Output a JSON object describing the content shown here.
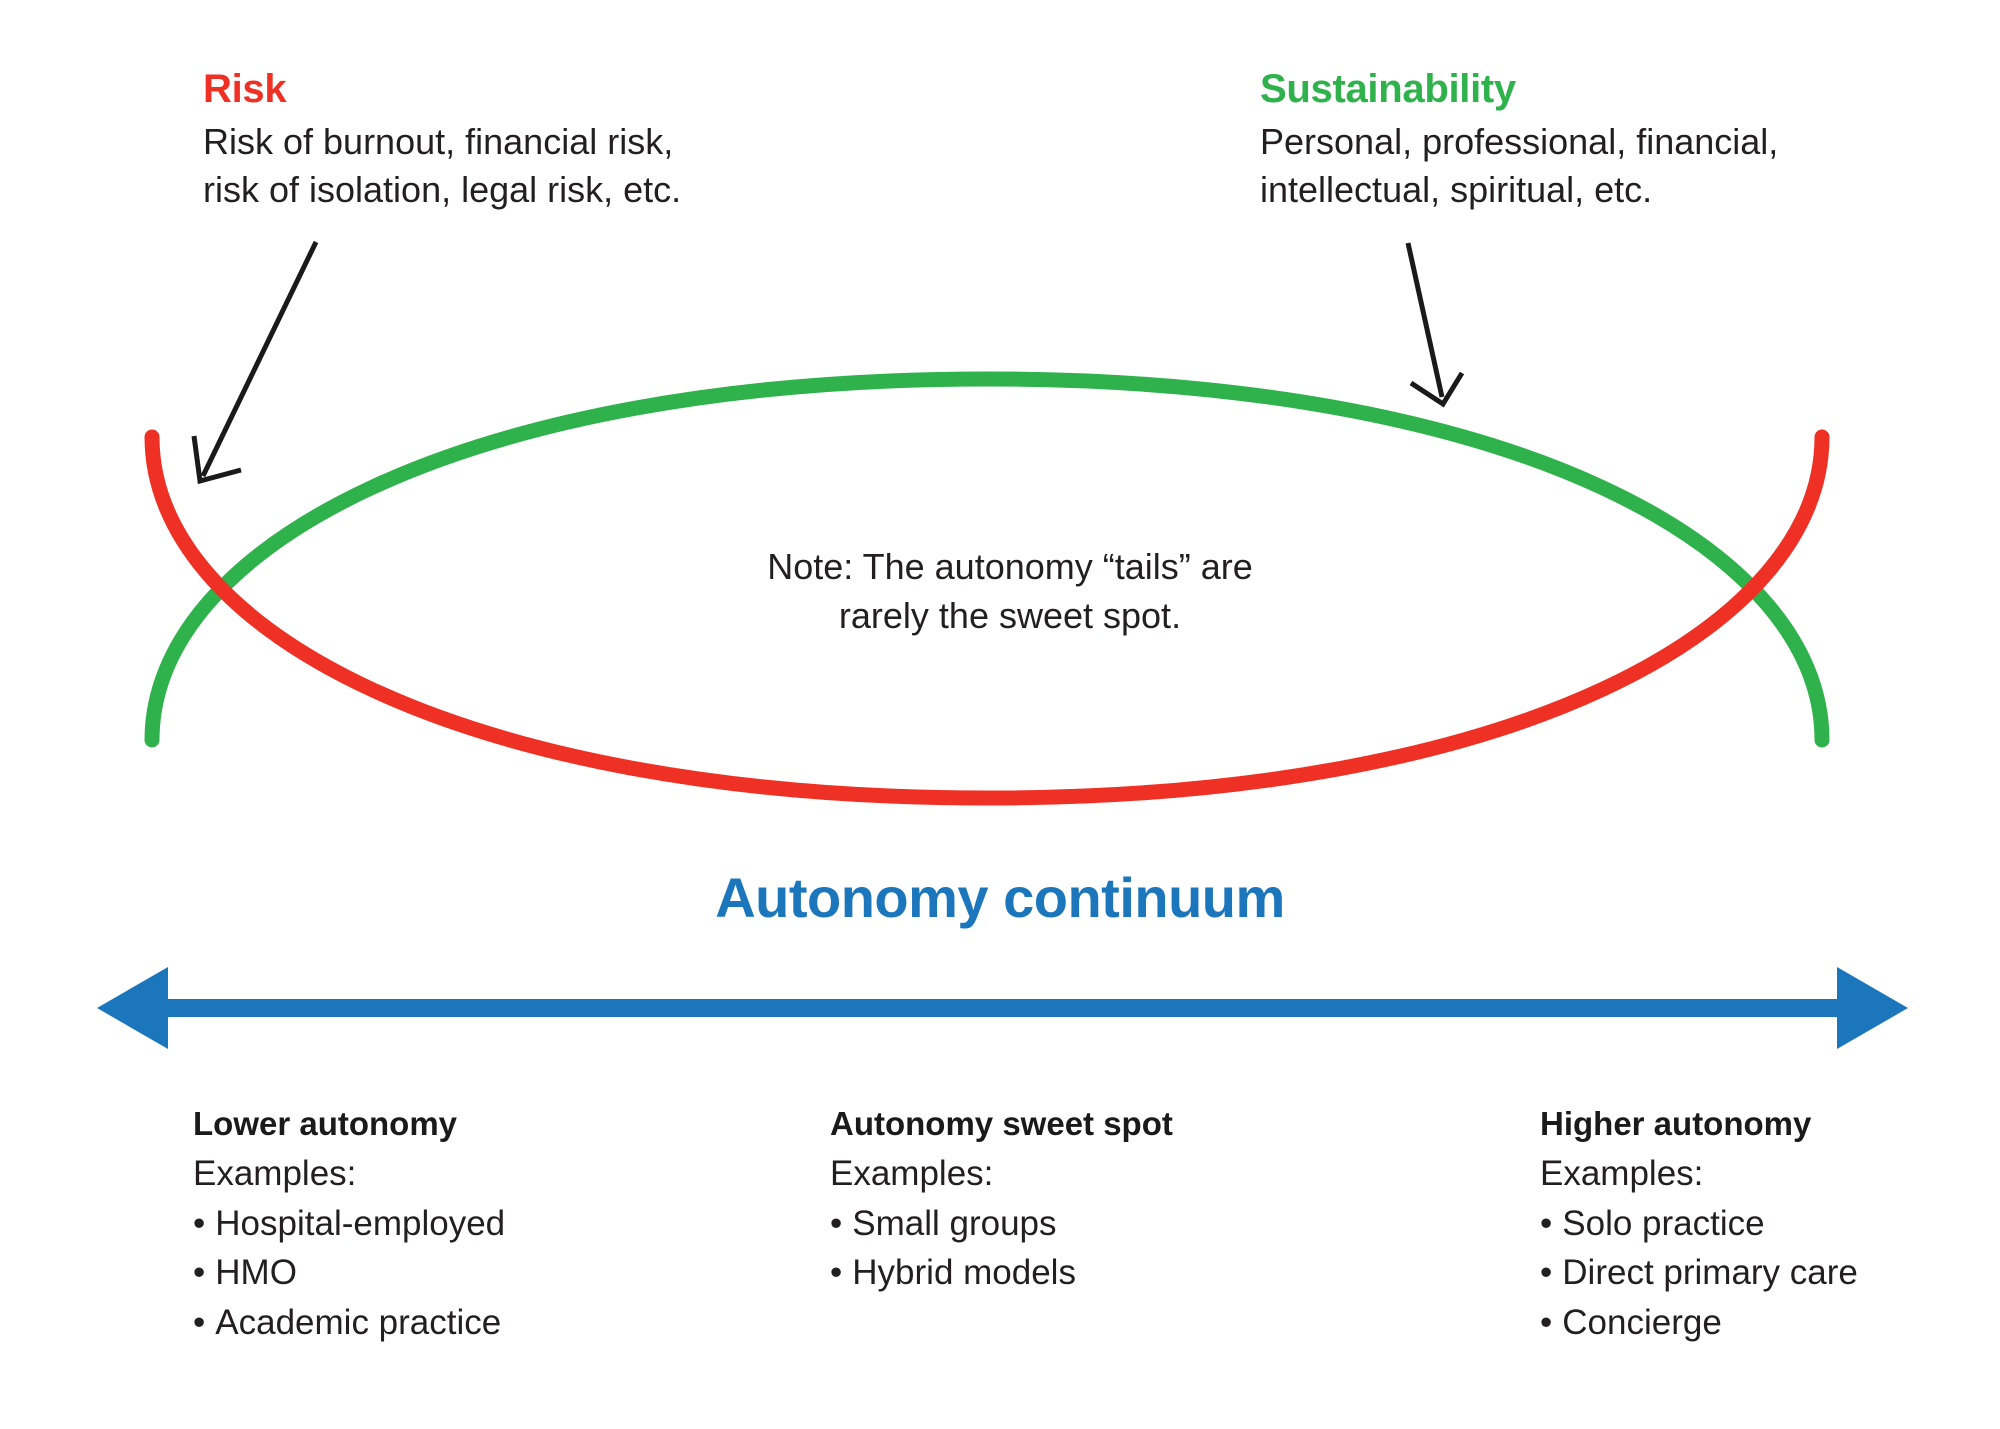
{
  "callouts": {
    "risk": {
      "title": "Risk",
      "color": "#ee3124",
      "lines": [
        "Risk of burnout, financial risk,",
        "risk of isolation, legal risk, etc."
      ]
    },
    "sustainability": {
      "title": "Sustainability",
      "color": "#2fb24c",
      "lines": [
        "Personal, professional, financial,",
        "intellectual, spiritual, etc."
      ]
    }
  },
  "note": {
    "lines": [
      "Note: The autonomy “tails” are",
      "rarely the sweet spot."
    ]
  },
  "continuum": {
    "title": "Autonomy continuum",
    "color": "#1b76bc"
  },
  "columns": [
    {
      "id": "lower",
      "title": "Lower autonomy",
      "subtitle": "Examples:",
      "items": [
        "Hospital-employed",
        "HMO",
        "Academic practice"
      ]
    },
    {
      "id": "sweet",
      "title": "Autonomy sweet spot",
      "subtitle": "Examples:",
      "items": [
        "Small groups",
        "Hybrid models"
      ]
    },
    {
      "id": "higher",
      "title": "Higher autonomy",
      "subtitle": "Examples:",
      "items": [
        "Solo practice",
        "Direct primary care",
        "Concierge"
      ]
    }
  ],
  "bullet": "•",
  "chart_data": {
    "type": "line",
    "title": "Autonomy continuum",
    "xlabel": "Autonomy continuum",
    "ylabel": "",
    "grid": false,
    "legend_position": "callouts",
    "annotations": [
      "Note: The autonomy “tails” are rarely the sweet spot."
    ],
    "series": [
      {
        "name": "Risk",
        "color": "#ee3124",
        "description": "Decreasing-then-increasing arc: high at low autonomy, low in the middle, high at high autonomy",
        "x": [
          0,
          25,
          50,
          75,
          100
        ],
        "y": [
          100,
          40,
          18,
          40,
          100
        ]
      },
      {
        "name": "Sustainability",
        "color": "#2fb24c",
        "description": "Inverted arc: low at the autonomy extremes, peaking in the middle sweet spot",
        "x": [
          0,
          25,
          50,
          75,
          100
        ],
        "y": [
          0,
          60,
          82,
          60,
          0
        ]
      }
    ],
    "x_categories": [
      "Lower autonomy",
      "Autonomy sweet spot",
      "Higher autonomy"
    ]
  }
}
